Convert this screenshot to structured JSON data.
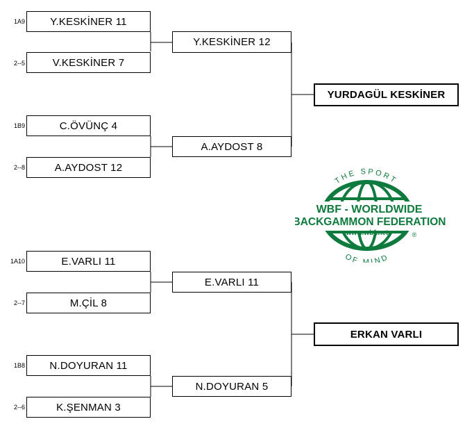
{
  "round1": [
    {
      "seed": "1A9",
      "text": "Y.KESKİNER  11"
    },
    {
      "seed": "2--5",
      "text": "V.KESKİNER  7"
    },
    {
      "seed": "1B9",
      "text": "C.ÖVÜNÇ  4"
    },
    {
      "seed": "2--8",
      "text": "A.AYDOST  12"
    },
    {
      "seed": "1A10",
      "text": "E.VARLI  11"
    },
    {
      "seed": "2--7",
      "text": "M.ÇİL  8"
    },
    {
      "seed": "1B8",
      "text": "N.DOYURAN  11"
    },
    {
      "seed": "2--6",
      "text": "K.ŞENMAN  3"
    }
  ],
  "round2": [
    {
      "text": "Y.KESKİNER  12"
    },
    {
      "text": "A.AYDOST  8"
    },
    {
      "text": "E.VARLI  11"
    },
    {
      "text": "N.DOYURAN  5"
    }
  ],
  "finals": [
    {
      "text": "YURDAGÜL KESKİNER"
    },
    {
      "text": "ERKAN VARLI"
    }
  ],
  "logo": {
    "top_text": "THE SPORT",
    "line1": "WBF - WORLDWIDE",
    "line2": "BACKGAMMON FEDERATION",
    "url": "www.wbf.net",
    "bottom_text": "OF MIND",
    "mark": "®",
    "color": "#0e7a3e",
    "icon": "globe-icon"
  }
}
